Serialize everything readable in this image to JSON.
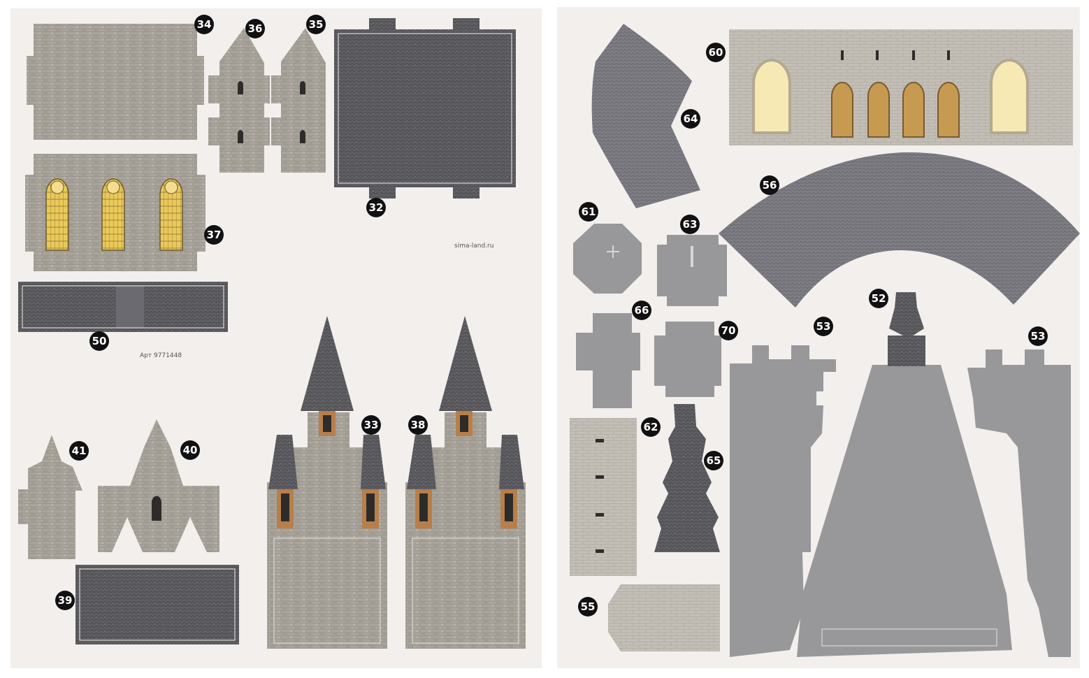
{
  "sheets": {
    "left": {
      "site_text": "sima-land.ru",
      "article_text": "Арт 9771448",
      "parts": [
        "34",
        "36",
        "35",
        "32",
        "37",
        "50",
        "41",
        "40",
        "33",
        "38",
        "39"
      ]
    },
    "right": {
      "parts": [
        "60",
        "64",
        "56",
        "61",
        "63",
        "66",
        "70",
        "53",
        "52",
        "53",
        "62",
        "65",
        "55"
      ]
    }
  },
  "colors": {
    "background": "#ffffff",
    "sheet": "#f3efed",
    "stone": "#aaa59c",
    "stone_light": "#c2beb5",
    "roof": "#5e5e63",
    "roof_light": "#7d7d83",
    "panel_gray": "#9a9a9c",
    "window_glow": "#f4de8e",
    "badge": "#111111"
  }
}
